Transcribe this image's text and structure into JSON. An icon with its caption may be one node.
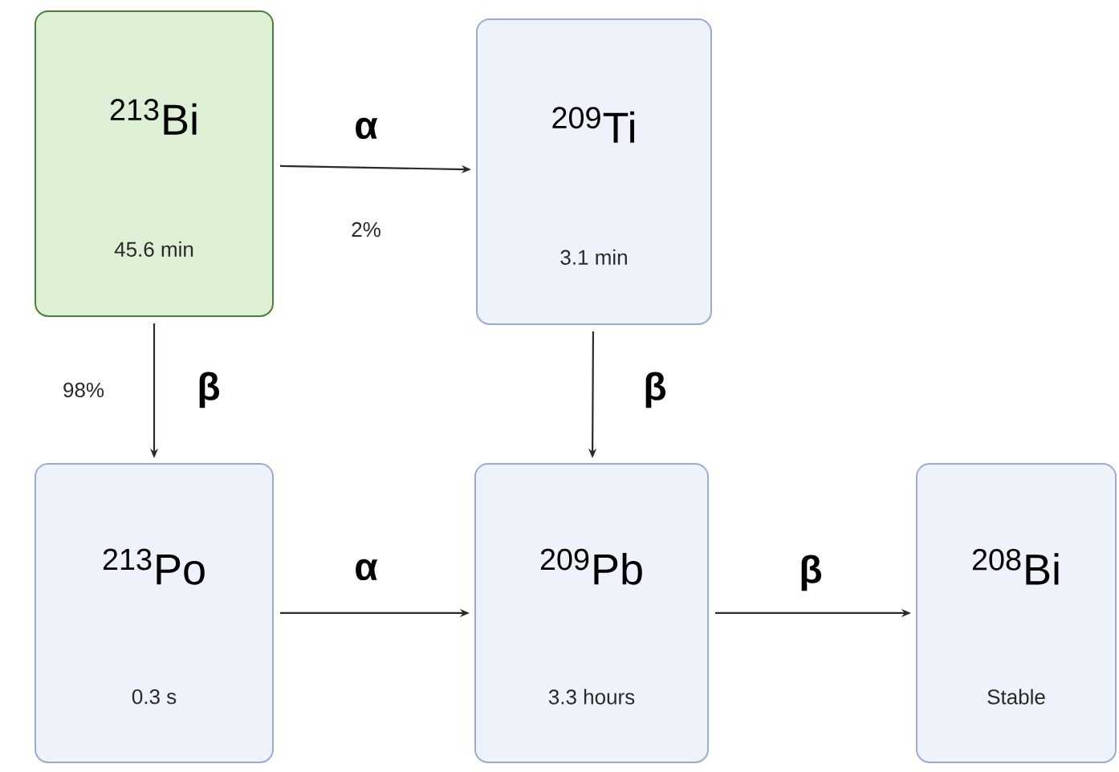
{
  "diagram": {
    "nodes": [
      {
        "text": [
          "$^{213}$Bi",
          "45.6 min"
        ]
      },
      {
        "text": [
          "$^{209}$Ti",
          "3.1 min"
        ]
      },
      {
        "text": [
          "$^{213}$Po",
          "0.3 s"
        ]
      },
      {
        "text": [
          "$^{209}$Pb",
          "3.3 hours"
        ]
      },
      {
        "text": [
          "$^{208}$Bi",
          "Stable"
        ]
      }
    ],
    "edges": [
      {
        "from": 0,
        "to": 1,
        "arrow": "to",
        "label": "α"
      },
      {
        "from": 0,
        "to": 2,
        "arrow": "to",
        "label": "β"
      },
      {
        "from": 1,
        "to": 3,
        "arrow": "to",
        "label": "β"
      },
      {
        "from": 2,
        "to": 3,
        "arrow": "to",
        "label": "α"
      },
      {
        "from": 3,
        "to": 4,
        "arrow": "to",
        "label": "β"
      }
    ],
    "labels": [
      "2%",
      "98%"
    ]
  }
}
